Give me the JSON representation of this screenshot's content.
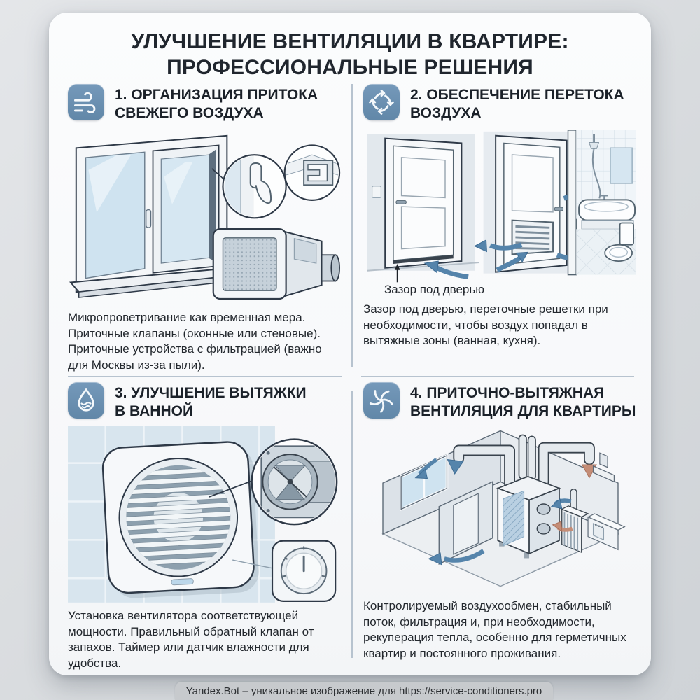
{
  "header": {
    "title_line1": "УЛУЧШЕНИЕ ВЕНТИЛЯЦИИ В КВАРТИРЕ:",
    "title_line2": "ПРОФЕССИОНАЛЬНЫЕ РЕШЕНИЯ"
  },
  "sections": [
    {
      "number": "1",
      "icon": "wind-icon",
      "title_line1": "1. ОРГАНИЗАЦИЯ ПРИТОКА",
      "title_line2": "СВЕЖЕГО ВОЗДУХА",
      "description": "Микропроветривание как временная мера. Приточные клапаны (оконные или стеновые). Приточные устройства с фильтрацией (важно для Москвы из-за пыли)."
    },
    {
      "number": "2",
      "icon": "air-circulation-icon",
      "title_line1": "2. ОБЕСПЕЧЕНИЕ ПЕРЕТОКА",
      "title_line2": "ВОЗДУХА",
      "caption": "Зазор под дверью",
      "description": "Зазор под дверью, переточные решетки при необходимости, чтобы воздух попадал в вытяжные зоны (ванная, кухня)."
    },
    {
      "number": "3",
      "icon": "humidity-drop-icon",
      "title_line1": "3. УЛУЧШЕНИЕ ВЫТЯЖКИ",
      "title_line2": "В ВАННОЙ",
      "description": "Установка вентилятора соответствующей мощности. Правильный обратный клапан от запахов. Таймер или датчик влажности для удобства."
    },
    {
      "number": "4",
      "icon": "fan-icon",
      "title_line1": "4. ПРИТОЧНО-ВЫТЯЖНАЯ",
      "title_line2": "ВЕНТИЛЯЦИЯ ДЛЯ КВАРТИРЫ",
      "description": "Контролируемый воздухообмен, стабильный поток, фильтрация и, при необходимости, рекуперация тепла, особенно для герметичных квартир и постоянного проживания."
    }
  ],
  "footer": {
    "text": "Yandex.Bot – уникальное изображение для https://service-conditioners.pro"
  },
  "colors": {
    "accent_icon_blue": "#6b90b1",
    "arrow_blue": "#5584ab",
    "arrow_warm": "#c48d77",
    "card_bg": "#fafbfc",
    "page_bg": "#d9dcdf",
    "title_text": "#20262e",
    "divider": "#b7c3cf"
  }
}
